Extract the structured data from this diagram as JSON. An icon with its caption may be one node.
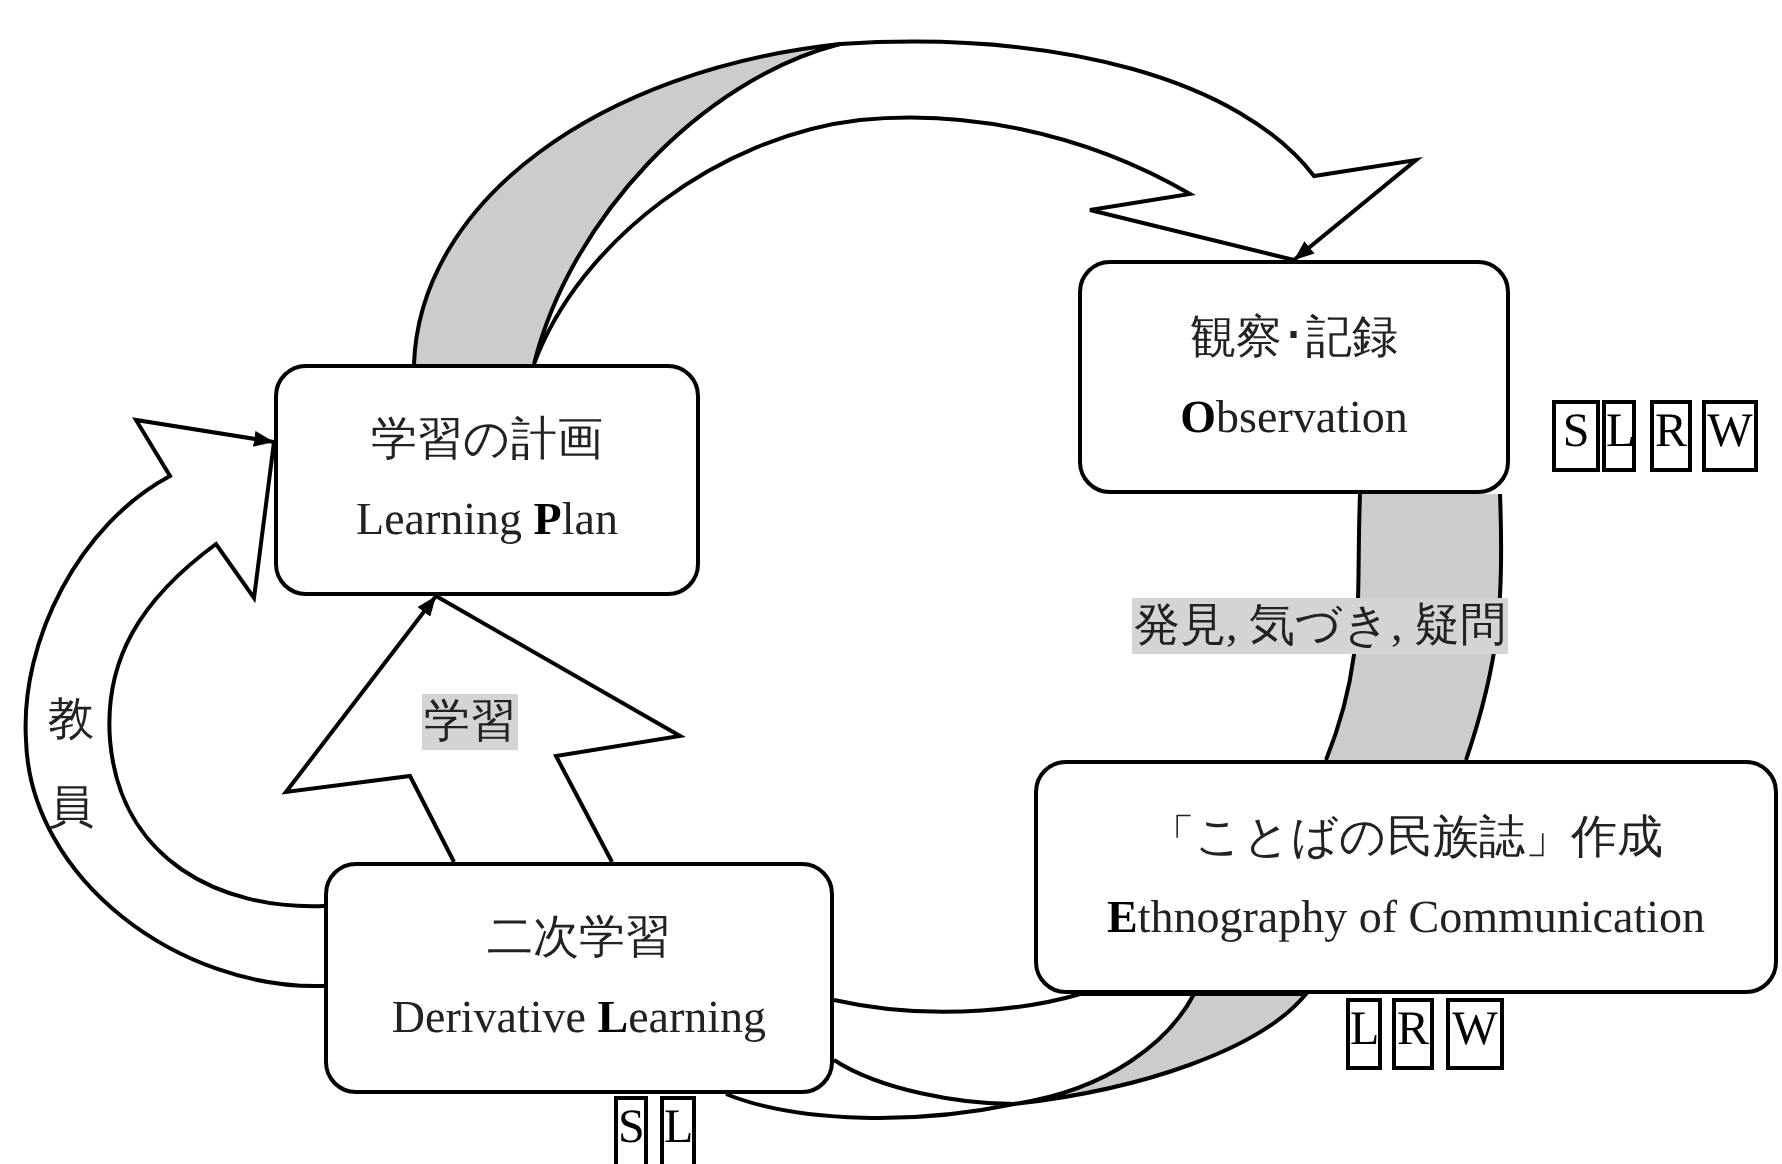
{
  "diagram": {
    "nodes": [
      {
        "text": [
          "学習の計画",
          "Learning **P**lan"
        ]
      },
      {
        "text": [
          "観察･記録",
          "**O**bservation"
        ],
        "beside": [
          "S",
          "L",
          "R",
          "W"
        ]
      },
      {
        "text": [
          "「ことばの民族誌」作成",
          "**E**thnography of Communication"
        ],
        "beside": [
          "L",
          "R",
          "W"
        ]
      },
      {
        "text": [
          "二次学習",
          "Derivative **L**earning"
        ],
        "beside": [
          "S",
          "L"
        ]
      }
    ],
    "edges": [
      {
        "from": 0,
        "to": 1,
        "arrow": "to"
      },
      {
        "from": 1,
        "to": 2,
        "arrow": "none",
        "label": "発見, 気づき, 疑問"
      },
      {
        "from": 2,
        "to": 3,
        "arrow": "none"
      },
      {
        "from": 3,
        "to": 0,
        "arrow": "to",
        "label": "学習"
      },
      {
        "from": 3,
        "to": 0,
        "arrow": "to",
        "label": "教員"
      }
    ]
  }
}
